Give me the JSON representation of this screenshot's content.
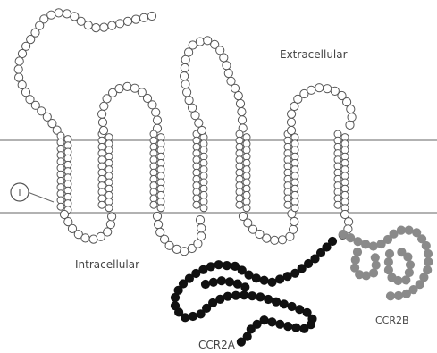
{
  "labels": {
    "extracellular": "Extracellular",
    "intracellular": "Intracellular",
    "variant_a": "CCR2A",
    "variant_b": "CCR2B",
    "marker": "I"
  },
  "colors": {
    "membrane_line": "#666666",
    "residue_outline": "#555555",
    "residue_fill": "#ffffff",
    "ccr2a_fill": "#111111",
    "ccr2b_fill": "#8a8a8a",
    "label_text": "#444444"
  }
}
